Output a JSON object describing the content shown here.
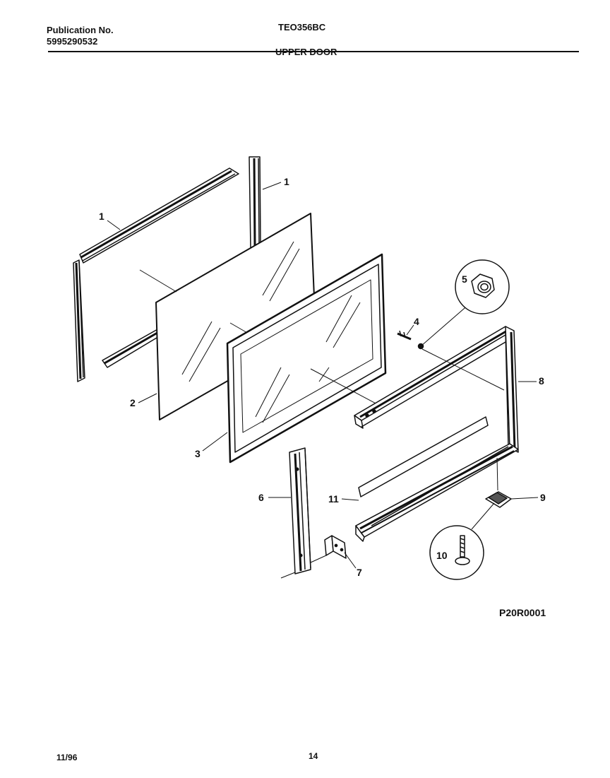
{
  "header": {
    "publication_label": "Publication No.",
    "publication_number": "5995290532",
    "model": "TEO356BC",
    "section_title": "UPPER DOOR"
  },
  "diagram": {
    "drawing_code": "P20R0001",
    "callouts": [
      "1",
      "1",
      "2",
      "3",
      "4",
      "5",
      "6",
      "7",
      "8",
      "9",
      "10",
      "11"
    ]
  },
  "footer": {
    "date": "11/96",
    "page": "14"
  }
}
